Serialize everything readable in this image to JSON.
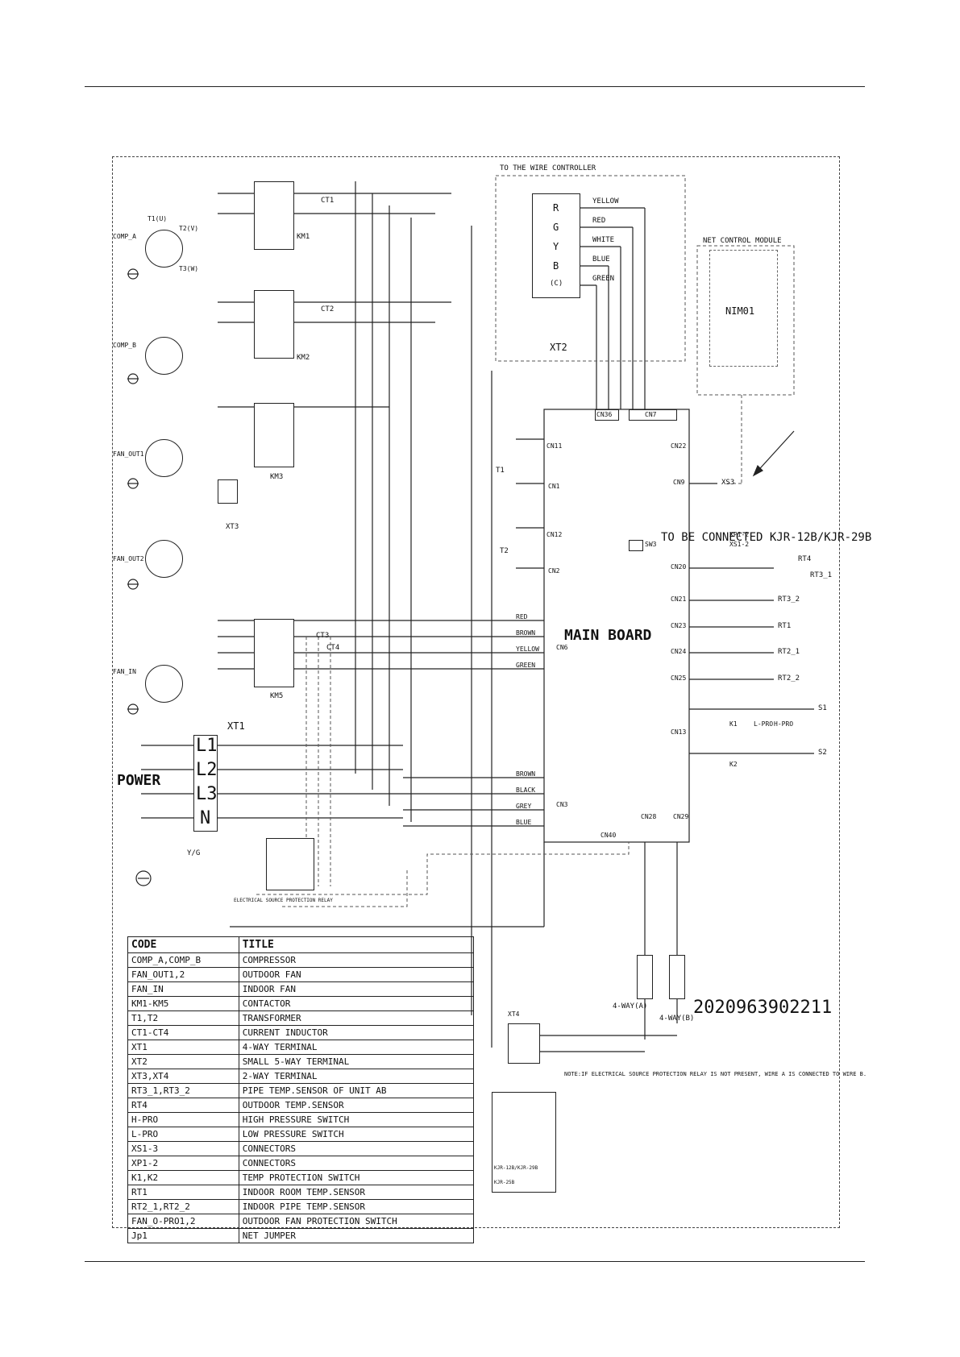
{
  "serial": "2020963902211",
  "main_board": "MAIN BOARD",
  "power": "POWER",
  "to_connect": "TO BE CONNECTED KJR-12B/KJR-29B",
  "net_module": "NET CONTROL MODULE",
  "nim": "NIM01",
  "wire_controller": "TO THE WIRE CONTROLLER",
  "xt2": "XT2",
  "xt2_terminals": [
    "R",
    "G",
    "Y",
    "B",
    "(C)"
  ],
  "xt2_wires": [
    "YELLOW",
    "RED",
    "WHITE",
    "BLUE",
    "GREEN"
  ],
  "xt1": "XT1",
  "xt1_terminals": [
    "L1",
    "L2",
    "L3",
    "N"
  ],
  "yg": "Y/G",
  "connectors": [
    "CN36",
    "CN7",
    "CN22",
    "CN9",
    "CN20",
    "CN21",
    "CN23",
    "CN24",
    "CN25",
    "CN13",
    "CN11",
    "CN1",
    "CN12",
    "CN2",
    "CN6",
    "CN3",
    "CN40",
    "CN28",
    "CN29"
  ],
  "cn6_wires": [
    "RED",
    "BROWN",
    "YELLOW",
    "GREEN"
  ],
  "cn3_wires": [
    "BROWN",
    "BLACK",
    "GREY",
    "BLUE"
  ],
  "sensors": [
    "RT4",
    "RT3_1",
    "RT3_2",
    "RT1",
    "RT2_1",
    "RT2_2"
  ],
  "xs": [
    "XS3",
    "XP1-2",
    "XS1-2"
  ],
  "protect": [
    "S1",
    "S2",
    "H-PRO",
    "L-PRO",
    "K1",
    "K2"
  ],
  "contactors": [
    "KM1",
    "KM2",
    "KM3",
    "KM5"
  ],
  "cts": [
    "CT1",
    "CT2",
    "CT3",
    "CT4"
  ],
  "components": [
    "COMP_A",
    "COMP_B",
    "FAN_OUT1",
    "FAN_OUT2",
    "FAN_IN"
  ],
  "motor_terms": [
    "T1(U)",
    "T2(V)",
    "T3(W)"
  ],
  "ways": [
    "4-WAY(A)",
    "4-WAY(B)"
  ],
  "transformers": [
    "T1",
    "T2"
  ],
  "xt3": "XT3",
  "xt4": "XT4",
  "sw3": "SW3",
  "note": "NOTE:IF ELECTRICAL SOURCE PROTECTION RELAY IS NOT PRESENT, WIRE A IS CONNECTED TO WIRE B.",
  "relay": "ELECTRICAL SOURCE PROTECTION RELAY",
  "sw_modes": [
    "KJR-12B/KJR-29B",
    "KJR-25B"
  ],
  "code_table": {
    "headers": [
      "CODE",
      "TITLE"
    ],
    "rows": [
      [
        "COMP_A,COMP_B",
        "COMPRESSOR"
      ],
      [
        "FAN_OUT1,2",
        "OUTDOOR FAN"
      ],
      [
        "FAN_IN",
        "INDOOR FAN"
      ],
      [
        "KM1-KM5",
        "CONTACTOR"
      ],
      [
        "T1,T2",
        "TRANSFORMER"
      ],
      [
        "CT1-CT4",
        "CURRENT INDUCTOR"
      ],
      [
        "XT1",
        "4-WAY TERMINAL"
      ],
      [
        "XT2",
        "SMALL 5-WAY TERMINAL"
      ],
      [
        "XT3,XT4",
        "2-WAY TERMINAL"
      ],
      [
        "RT3_1,RT3_2",
        "PIPE TEMP.SENSOR OF UNIT AB"
      ],
      [
        "RT4",
        "OUTDOOR TEMP.SENSOR"
      ],
      [
        "H-PRO",
        "HIGH PRESSURE SWITCH"
      ],
      [
        "L-PRO",
        "LOW PRESSURE SWITCH"
      ],
      [
        "XS1-3",
        "CONNECTORS"
      ],
      [
        "XP1-2",
        "CONNECTORS"
      ],
      [
        "K1,K2",
        "TEMP PROTECTION SWITCH"
      ],
      [
        "RT1",
        "INDOOR ROOM TEMP.SENSOR"
      ],
      [
        "RT2_1,RT2_2",
        "INDOOR PIPE TEMP.SENSOR"
      ],
      [
        "FAN_O-PRO1,2",
        "OUTDOOR FAN PROTECTION SWITCH"
      ],
      [
        "Jp1",
        "NET JUMPER"
      ]
    ]
  }
}
